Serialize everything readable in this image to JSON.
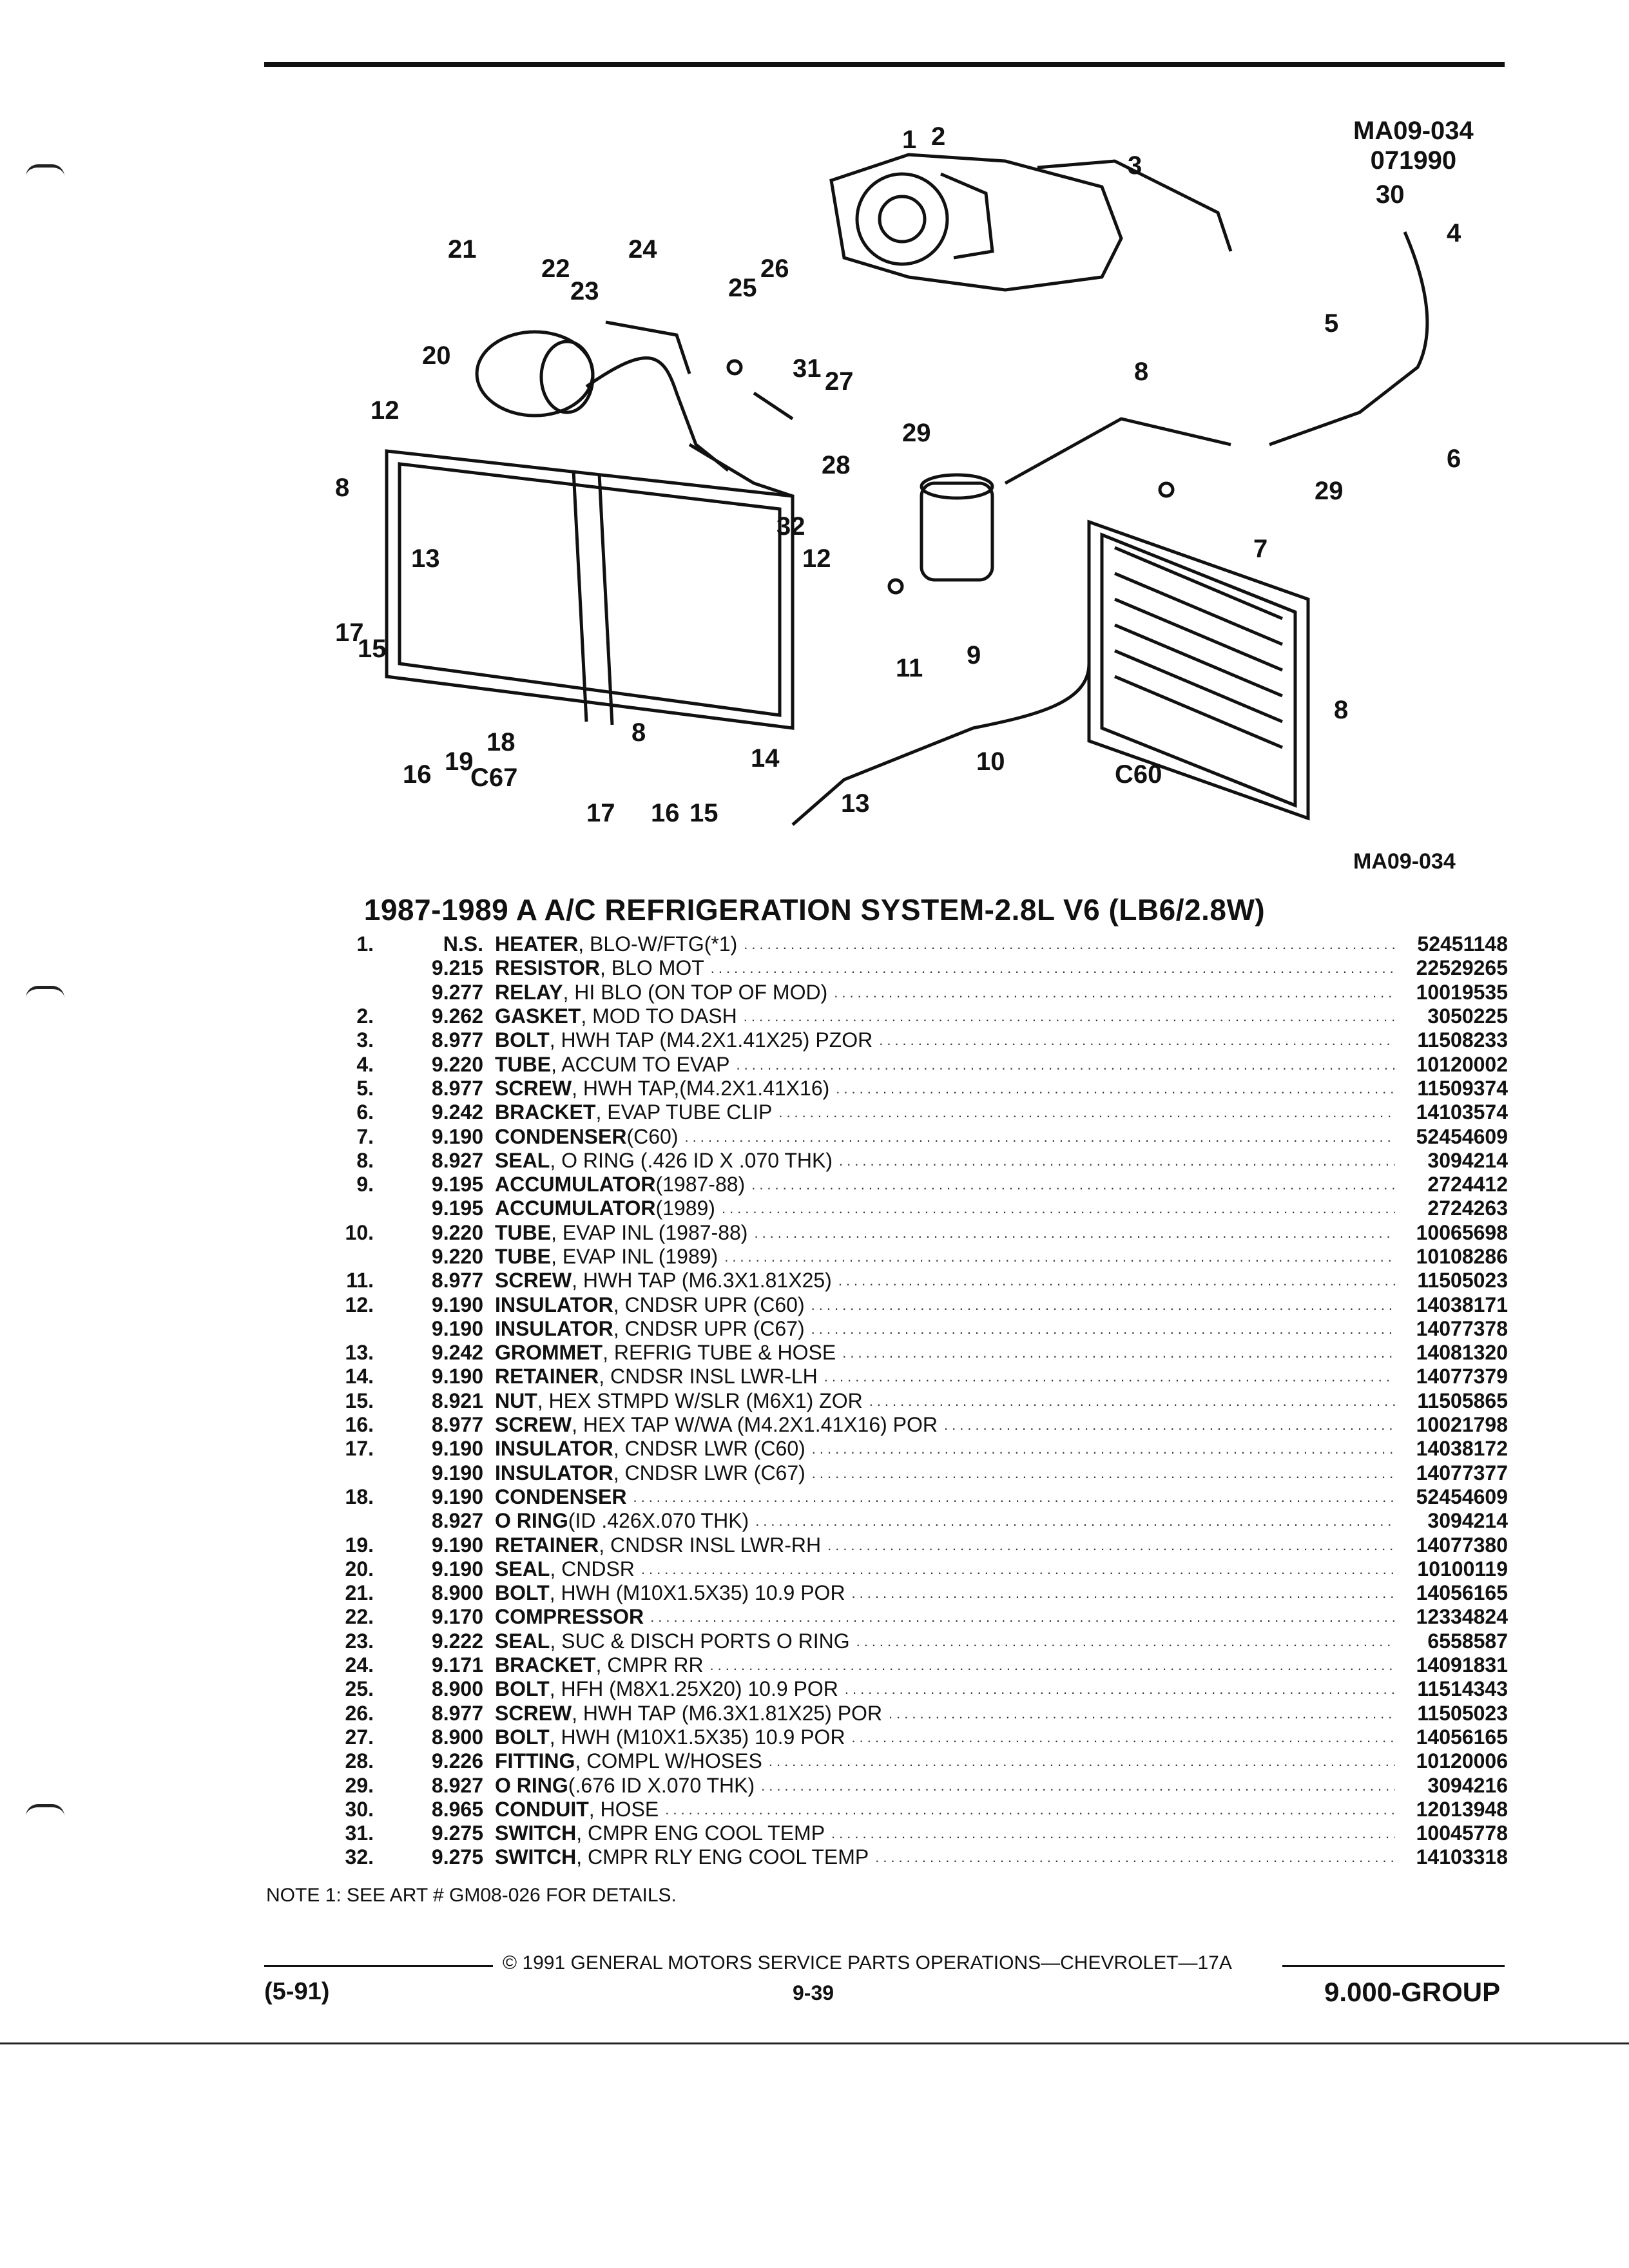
{
  "diagram": {
    "code_top": "MA09-034",
    "date_code": "071990",
    "code_bottom": "MA09-034",
    "variant_left": "C67",
    "variant_right": "C60",
    "callouts": [
      "1",
      "2",
      "3",
      "4",
      "5",
      "6",
      "7",
      "8",
      "8",
      "8",
      "8",
      "9",
      "10",
      "11",
      "12",
      "12",
      "13",
      "13",
      "14",
      "15",
      "15",
      "16",
      "16",
      "17",
      "17",
      "18",
      "19",
      "20",
      "21",
      "22",
      "23",
      "24",
      "25",
      "26",
      "27",
      "28",
      "29",
      "29",
      "30",
      "31",
      "32"
    ]
  },
  "title": "1987-1989 A A/C REFRIGERATION SYSTEM-2.8L V6 (LB6/2.8W)",
  "parts": [
    {
      "ref": "1.",
      "group": "N.S.",
      "name": "HEATER",
      "desc": ", BLO-W/FTG(*1)",
      "pn": "52451148"
    },
    {
      "ref": "",
      "group": "9.215",
      "name": "RESISTOR",
      "desc": ", BLO MOT",
      "pn": "22529265"
    },
    {
      "ref": "",
      "group": "9.277",
      "name": "RELAY",
      "desc": ", HI BLO (ON TOP OF MOD)",
      "pn": "10019535"
    },
    {
      "ref": "2.",
      "group": "9.262",
      "name": "GASKET",
      "desc": ", MOD TO DASH",
      "pn": "3050225"
    },
    {
      "ref": "3.",
      "group": "8.977",
      "name": "BOLT",
      "desc": ", HWH TAP (M4.2X1.41X25) PZOR",
      "pn": "11508233"
    },
    {
      "ref": "4.",
      "group": "9.220",
      "name": "TUBE",
      "desc": ", ACCUM TO EVAP",
      "pn": "10120002"
    },
    {
      "ref": "5.",
      "group": "8.977",
      "name": "SCREW",
      "desc": ", HWH TAP,(M4.2X1.41X16)",
      "pn": "11509374"
    },
    {
      "ref": "6.",
      "group": "9.242",
      "name": "BRACKET",
      "desc": ", EVAP TUBE CLIP",
      "pn": "14103574"
    },
    {
      "ref": "7.",
      "group": "9.190",
      "name": "CONDENSER",
      "desc": " (C60)",
      "pn": "52454609"
    },
    {
      "ref": "8.",
      "group": "8.927",
      "name": "SEAL",
      "desc": ", O RING (.426 ID X .070 THK)",
      "pn": "3094214"
    },
    {
      "ref": "9.",
      "group": "9.195",
      "name": "ACCUMULATOR",
      "desc": " (1987-88)",
      "pn": "2724412"
    },
    {
      "ref": "",
      "group": "9.195",
      "name": "ACCUMULATOR",
      "desc": " (1989)",
      "pn": "2724263"
    },
    {
      "ref": "10.",
      "group": "9.220",
      "name": "TUBE",
      "desc": ", EVAP INL (1987-88)",
      "pn": "10065698"
    },
    {
      "ref": "",
      "group": "9.220",
      "name": "TUBE",
      "desc": ", EVAP INL (1989)",
      "pn": "10108286"
    },
    {
      "ref": "11.",
      "group": "8.977",
      "name": "SCREW",
      "desc": ", HWH TAP (M6.3X1.81X25)",
      "pn": "11505023"
    },
    {
      "ref": "12.",
      "group": "9.190",
      "name": "INSULATOR",
      "desc": ", CNDSR UPR (C60)",
      "pn": "14038171"
    },
    {
      "ref": "",
      "group": "9.190",
      "name": "INSULATOR",
      "desc": ", CNDSR UPR (C67)",
      "pn": "14077378"
    },
    {
      "ref": "13.",
      "group": "9.242",
      "name": "GROMMET",
      "desc": ", REFRIG TUBE & HOSE",
      "pn": "14081320"
    },
    {
      "ref": "14.",
      "group": "9.190",
      "name": "RETAINER",
      "desc": ", CNDSR INSL LWR-LH",
      "pn": "14077379"
    },
    {
      "ref": "15.",
      "group": "8.921",
      "name": "NUT",
      "desc": ", HEX STMPD W/SLR (M6X1) ZOR",
      "pn": "11505865"
    },
    {
      "ref": "16.",
      "group": "8.977",
      "name": "SCREW",
      "desc": ", HEX TAP W/WA (M4.2X1.41X16) POR",
      "pn": "10021798"
    },
    {
      "ref": "17.",
      "group": "9.190",
      "name": "INSULATOR",
      "desc": ", CNDSR LWR (C60)",
      "pn": "14038172"
    },
    {
      "ref": "",
      "group": "9.190",
      "name": "INSULATOR",
      "desc": ", CNDSR LWR (C67)",
      "pn": "14077377"
    },
    {
      "ref": "18.",
      "group": "9.190",
      "name": "CONDENSER",
      "desc": "",
      "pn": "52454609"
    },
    {
      "ref": "",
      "group": "8.927",
      "name": "O RING",
      "desc": " (ID .426X.070 THK)",
      "pn": "3094214"
    },
    {
      "ref": "19.",
      "group": "9.190",
      "name": "RETAINER",
      "desc": ", CNDSR INSL LWR-RH",
      "pn": "14077380"
    },
    {
      "ref": "20.",
      "group": "9.190",
      "name": "SEAL",
      "desc": ", CNDSR",
      "pn": "10100119"
    },
    {
      "ref": "21.",
      "group": "8.900",
      "name": "BOLT",
      "desc": ", HWH (M10X1.5X35) 10.9 POR",
      "pn": "14056165"
    },
    {
      "ref": "22.",
      "group": "9.170",
      "name": "COMPRESSOR",
      "desc": "",
      "pn": "12334824"
    },
    {
      "ref": "23.",
      "group": "9.222",
      "name": "SEAL",
      "desc": ", SUC & DISCH PORTS O RING",
      "pn": "6558587"
    },
    {
      "ref": "24.",
      "group": "9.171",
      "name": "BRACKET",
      "desc": ", CMPR RR",
      "pn": "14091831"
    },
    {
      "ref": "25.",
      "group": "8.900",
      "name": "BOLT",
      "desc": ", HFH (M8X1.25X20) 10.9 POR",
      "pn": "11514343"
    },
    {
      "ref": "26.",
      "group": "8.977",
      "name": "SCREW",
      "desc": ", HWH TAP (M6.3X1.81X25) POR",
      "pn": "11505023"
    },
    {
      "ref": "27.",
      "group": "8.900",
      "name": "BOLT",
      "desc": ", HWH (M10X1.5X35) 10.9 POR",
      "pn": "14056165"
    },
    {
      "ref": "28.",
      "group": "9.226",
      "name": "FITTING",
      "desc": ", COMPL W/HOSES",
      "pn": "10120006"
    },
    {
      "ref": "29.",
      "group": "8.927",
      "name": "O RING",
      "desc": " (.676 ID X.070 THK)",
      "pn": "3094216"
    },
    {
      "ref": "30.",
      "group": "8.965",
      "name": "CONDUIT",
      "desc": ", HOSE",
      "pn": "12013948"
    },
    {
      "ref": "31.",
      "group": "9.275",
      "name": "SWITCH",
      "desc": ", CMPR ENG COOL TEMP",
      "pn": "10045778"
    },
    {
      "ref": "32.",
      "group": "9.275",
      "name": "SWITCH",
      "desc": ", CMPR RLY ENG COOL TEMP",
      "pn": "14103318"
    }
  ],
  "note": "NOTE  1:  SEE ART # GM08-026 FOR DETAILS.",
  "footer": {
    "copyright": "© 1991 GENERAL MOTORS SERVICE PARTS OPERATIONS—CHEVROLET—17A",
    "date": "(5-91)",
    "page": "9-39",
    "group": "9.000-GROUP"
  }
}
